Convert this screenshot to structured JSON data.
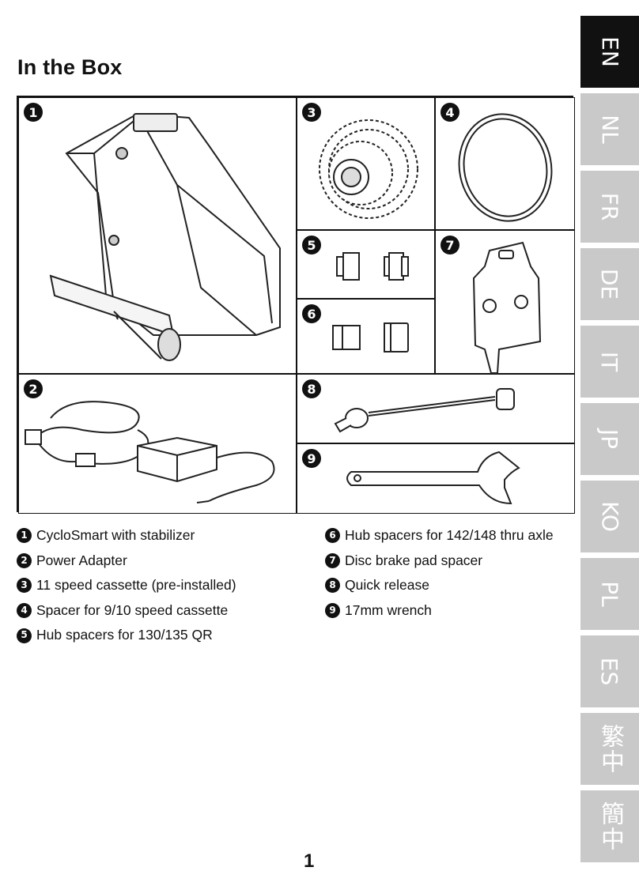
{
  "title": "In the Box",
  "panels": [
    {
      "num": "1"
    },
    {
      "num": "3"
    },
    {
      "num": "4"
    },
    {
      "num": "5"
    },
    {
      "num": "6"
    },
    {
      "num": "7"
    },
    {
      "num": "2"
    },
    {
      "num": "8"
    },
    {
      "num": "9"
    }
  ],
  "items_left": [
    {
      "num": "1",
      "label": "CycloSmart with stabilizer"
    },
    {
      "num": "2",
      "label": "Power Adapter"
    },
    {
      "num": "3",
      "label": "11 speed cassette (pre-installed)"
    },
    {
      "num": "4",
      "label": "Spacer for 9/10 speed cassette"
    },
    {
      "num": "5",
      "label": "Hub spacers for 130/135 QR"
    }
  ],
  "items_right": [
    {
      "num": "6",
      "label": "Hub spacers for 142/148 thru axle"
    },
    {
      "num": "7",
      "label": "Disc brake pad spacer"
    },
    {
      "num": "8",
      "label": "Quick release"
    },
    {
      "num": "9",
      "label": "17mm wrench"
    }
  ],
  "language_tabs": [
    "EN",
    "NL",
    "FR",
    "DE",
    "IT",
    "JP",
    "KO",
    "PL",
    "ES",
    "繁中",
    "簡中"
  ],
  "active_tab": "EN",
  "page_number": "1",
  "colors": {
    "active_tab": "#111111",
    "inactive_tab": "#c9c9c9"
  }
}
